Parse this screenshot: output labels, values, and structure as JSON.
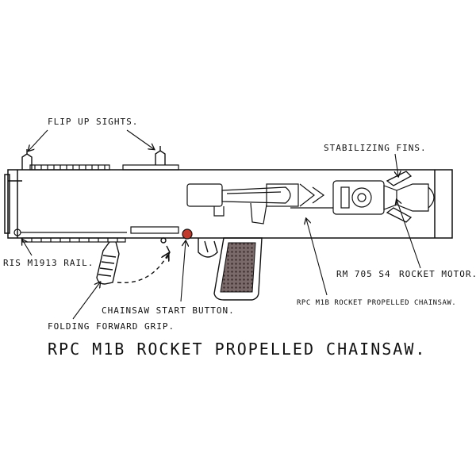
{
  "labels": {
    "flip_up_sights": "FLIP UP SIGHTS.",
    "stabilizing_fins": "STABILIZING FINS.",
    "ris_rail": "RIS M1913 RAIL.",
    "rocket_motor_model": "RM 705 S4",
    "rocket_motor": "ROCKET MOTOR.",
    "chainsaw_start_button": "CHAINSAW START BUTTON.",
    "folding_forward_grip": "FOLDING FORWARD GRIP.",
    "rpc_caption": "RPC M1B ROCKET PROPELLED CHAINSAW.",
    "title": "RPC M1B ROCKET PROPELLED CHAINSAW."
  },
  "colors": {
    "ink": "#111111",
    "start_button": "#c0392b",
    "grip_texture": "#5a4a4a",
    "background": "#ffffff"
  }
}
